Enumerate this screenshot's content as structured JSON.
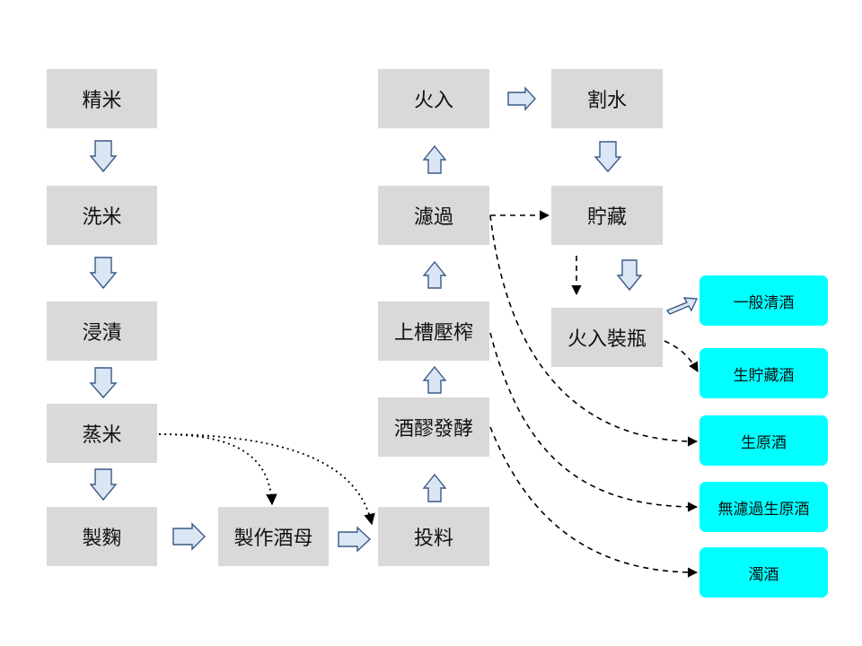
{
  "steps": {
    "polish": "精米",
    "wash": "洗米",
    "soak": "浸漬",
    "steam": "蒸米",
    "koji": "製麴",
    "starter": "製作酒母",
    "mash": "投料",
    "ferment": "酒醪發酵",
    "press": "上槽壓榨",
    "filter": "濾過",
    "pasteurize": "火入",
    "dilute": "割水",
    "store": "貯藏",
    "bottle": "火入裝瓶"
  },
  "products": {
    "regular": "一般清酒",
    "nama_chozo": "生貯藏酒",
    "nama_genshu": "生原酒",
    "muroka_nama_genshu": "無濾過生原酒",
    "nigori": "濁酒"
  },
  "colors": {
    "step_box": "#d9d9d9",
    "product_box": "#00ffff",
    "arrow_fill": "#dbe6f4",
    "arrow_stroke": "#3a5a86"
  }
}
